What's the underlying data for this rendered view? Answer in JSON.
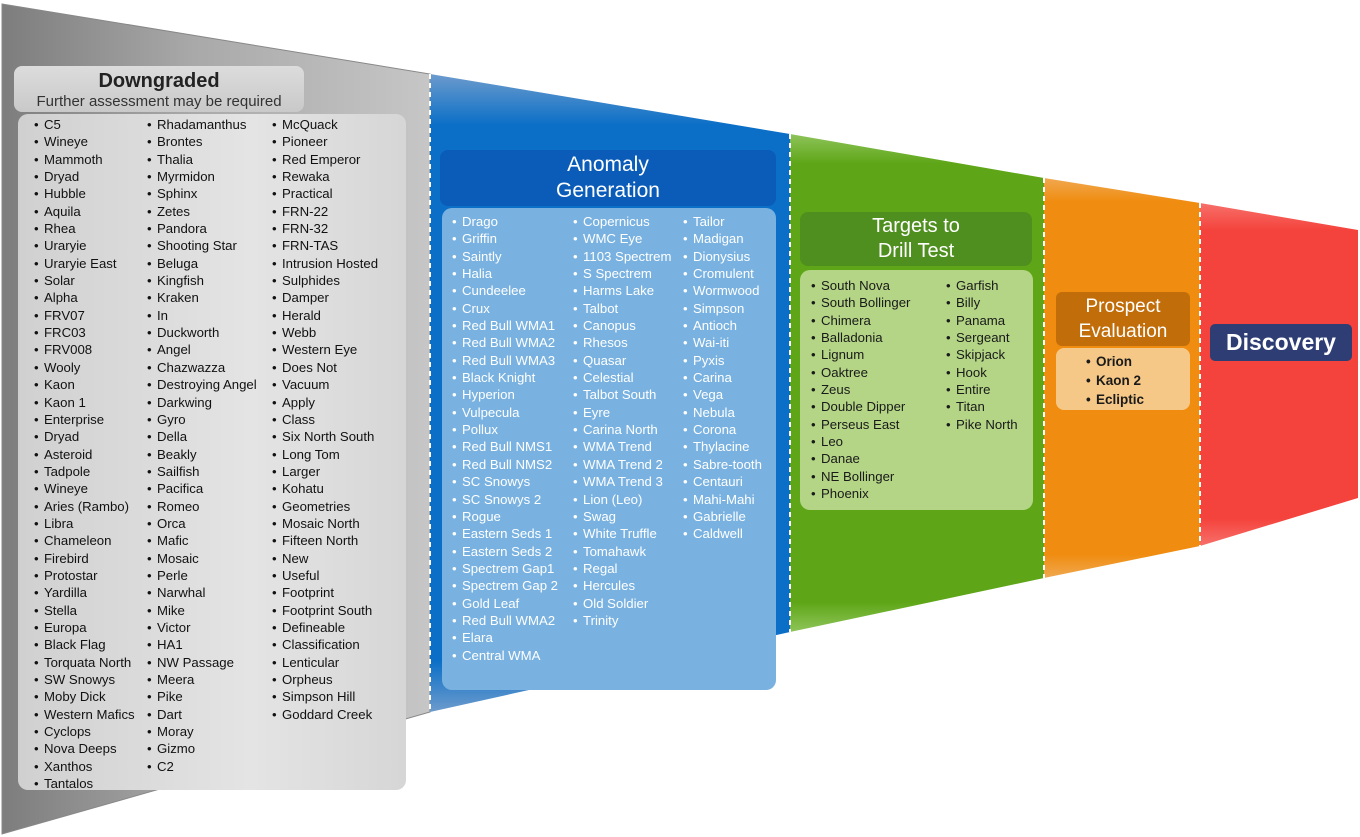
{
  "stages": {
    "downgraded": {
      "title": "Downgraded",
      "subtitle": "Further assessment may be required",
      "col1": [
        "C5",
        "Wineye",
        "Mammoth",
        "Dryad",
        "Hubble",
        "Aquila",
        "Rhea",
        "Uraryie",
        "Uraryie East",
        "Solar",
        "Alpha",
        "FRV07",
        "FRC03",
        "FRV008",
        "Wooly",
        "Kaon",
        "Kaon 1",
        "Enterprise",
        "Dryad",
        "Asteroid",
        "Tadpole",
        "Wineye",
        "Aries (Rambo)",
        "Libra",
        "Chameleon",
        "Firebird",
        "Protostar",
        "Yardilla",
        "Stella",
        "Europa",
        "Black Flag",
        "Torquata North",
        "SW Snowys",
        "Moby Dick",
        "Western Mafics",
        "Cyclops",
        "Nova Deeps",
        "Xanthos",
        "Tantalos"
      ],
      "col2": [
        "Rhadamanthus",
        "Brontes",
        "Thalia",
        "Myrmidon",
        "Sphinx",
        "Zetes",
        "Pandora",
        "Shooting Star",
        "Beluga",
        "Kingfish",
        "Kraken",
        "In",
        "Duckworth",
        "Angel",
        "Chazwazza",
        "Destroying Angel",
        "Darkwing",
        "Gyro",
        "Della",
        "Beakly",
        "Sailfish",
        "Pacifica",
        "Romeo",
        "Orca",
        "Mafic",
        "Mosaic",
        "Perle",
        "Narwhal",
        "Mike",
        "Victor",
        "HA1",
        "NW Passage",
        "Meera",
        "Pike",
        "Dart",
        "Moray",
        "Gizmo",
        "C2"
      ],
      "col3": [
        "McQuack",
        "Pioneer",
        "Red Emperor",
        "Rewaka",
        "Practical",
        "FRN-22",
        "FRN-32",
        "FRN-TAS",
        "Intrusion Hosted",
        "Sulphides",
        "Damper",
        "Herald",
        "Webb",
        "Western Eye",
        "Does Not",
        "Vacuum",
        "Apply",
        "Class",
        "Six North South",
        "Long Tom",
        "Larger",
        "Kohatu",
        "Geometries",
        "Mosaic North",
        "Fifteen North",
        "New",
        "Useful",
        "Footprint",
        "Footprint South",
        "Defineable",
        "Classification",
        "Lenticular",
        "Orpheus",
        "Simpson Hill",
        "Goddard Creek"
      ]
    },
    "anomaly": {
      "title_line1": "Anomaly",
      "title_line2": "Generation",
      "col1": [
        "Drago",
        "Griffin",
        "Saintly",
        "Halia",
        "Cundeelee",
        "Crux",
        "Red Bull WMA1",
        "Red Bull WMA2",
        "Red Bull WMA3",
        "Black Knight",
        "Hyperion",
        "Vulpecula",
        "Pollux",
        "Red Bull NMS1",
        "Red Bull NMS2",
        "SC Snowys",
        "SC Snowys 2",
        "Rogue",
        "Eastern Seds 1",
        "Eastern Seds 2",
        "Spectrem Gap1",
        "Spectrem Gap 2",
        "Gold Leaf",
        "Red Bull WMA2",
        "Elara",
        "Central WMA"
      ],
      "col2": [
        "Copernicus",
        "WMC Eye",
        "1103 Spectrem",
        "S Spectrem",
        "Harms Lake",
        "Talbot",
        "Canopus",
        "Rhesos",
        "Quasar",
        "Celestial",
        "Talbot South",
        "Eyre",
        "Carina North",
        "WMA Trend",
        "WMA Trend 2",
        "WMA Trend 3",
        "Lion (Leo)",
        "Swag",
        "White Truffle",
        "Tomahawk",
        "Regal",
        "Hercules",
        "Old Soldier",
        "Trinity"
      ],
      "col3": [
        "Tailor",
        "Madigan",
        "Dionysius",
        "Cromulent",
        "Wormwood",
        "Simpson",
        "Antioch",
        "Wai-iti",
        "Pyxis",
        "Carina",
        "Vega",
        "Nebula",
        "Corona",
        "Thylacine",
        "Sabre-tooth",
        "Centauri",
        "Mahi-Mahi",
        "Gabrielle",
        "Caldwell"
      ]
    },
    "targets": {
      "title_line1": "Targets to",
      "title_line2": "Drill Test",
      "col1": [
        "South Nova",
        "South Bollinger",
        "Chimera",
        "Balladonia",
        "Lignum",
        "Oaktree",
        "Zeus",
        "Double Dipper",
        "Perseus East",
        "Leo",
        "Danae",
        "NE Bollinger",
        "Phoenix"
      ],
      "col2": [
        "Garfish",
        "Billy",
        "Panama",
        "Sergeant",
        "Skipjack",
        "Hook",
        "Entire",
        "Titan",
        "Pike North"
      ]
    },
    "prospect": {
      "title_line1": "Prospect",
      "title_line2": "Evaluation",
      "items": [
        "Orion",
        "Kaon 2",
        "Ecliptic"
      ]
    },
    "discovery": {
      "title": "Discovery"
    }
  },
  "colors": {
    "downgraded": "#a8a8a8",
    "anomaly": "#0b6fc7",
    "targets": "#5ea617",
    "prospect": "#f08c0f",
    "discovery": "#f4433c"
  }
}
